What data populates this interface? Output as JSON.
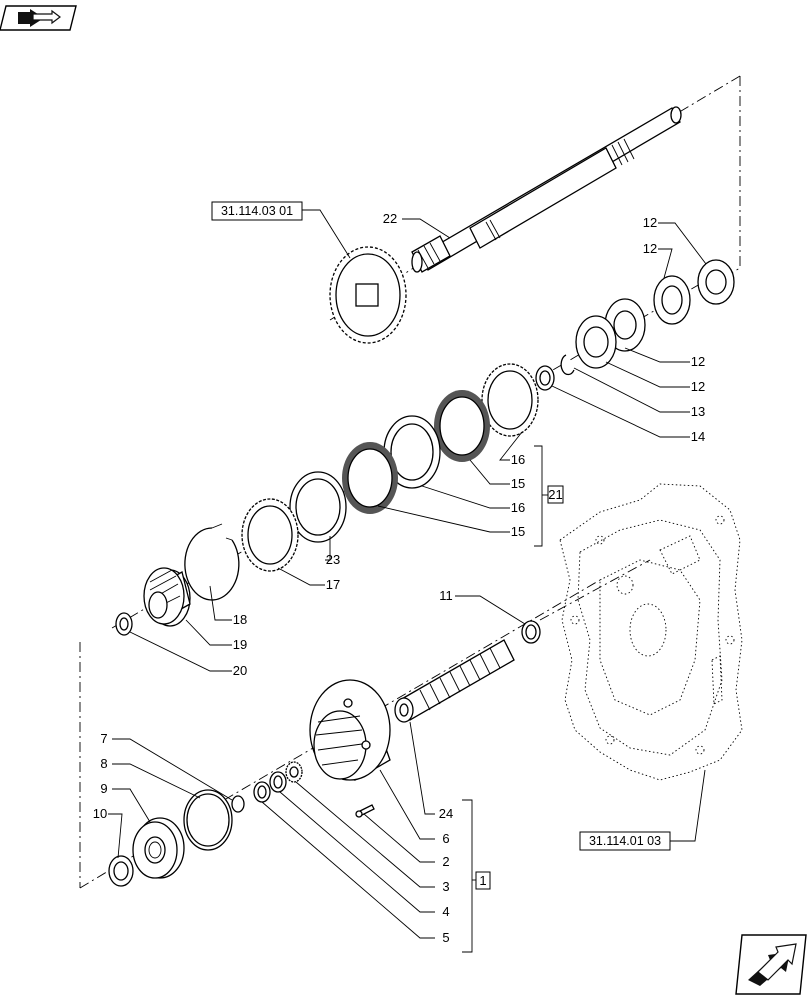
{
  "nav": {
    "back_icon": "back-arrow-icon",
    "next_icon": "next-arrow-icon"
  },
  "references": {
    "top": "31.114.03 01",
    "housing": "31.114.01 03"
  },
  "callouts": {
    "c22": "22",
    "c12a": "12",
    "c12b": "12",
    "c12c": "12",
    "c12d": "12",
    "c13": "13",
    "c14": "14",
    "c16a": "16",
    "c15a": "15",
    "c16b": "16",
    "c15b": "15",
    "c21": "21",
    "c23": "23",
    "c17": "17",
    "c18": "18",
    "c19": "19",
    "c20": "20",
    "c11": "11",
    "c7": "7",
    "c8": "8",
    "c9": "9",
    "c10": "10",
    "c24": "24",
    "c6": "6",
    "c2": "2",
    "c3": "3",
    "c4": "4",
    "c5": "5",
    "c1": "1"
  }
}
